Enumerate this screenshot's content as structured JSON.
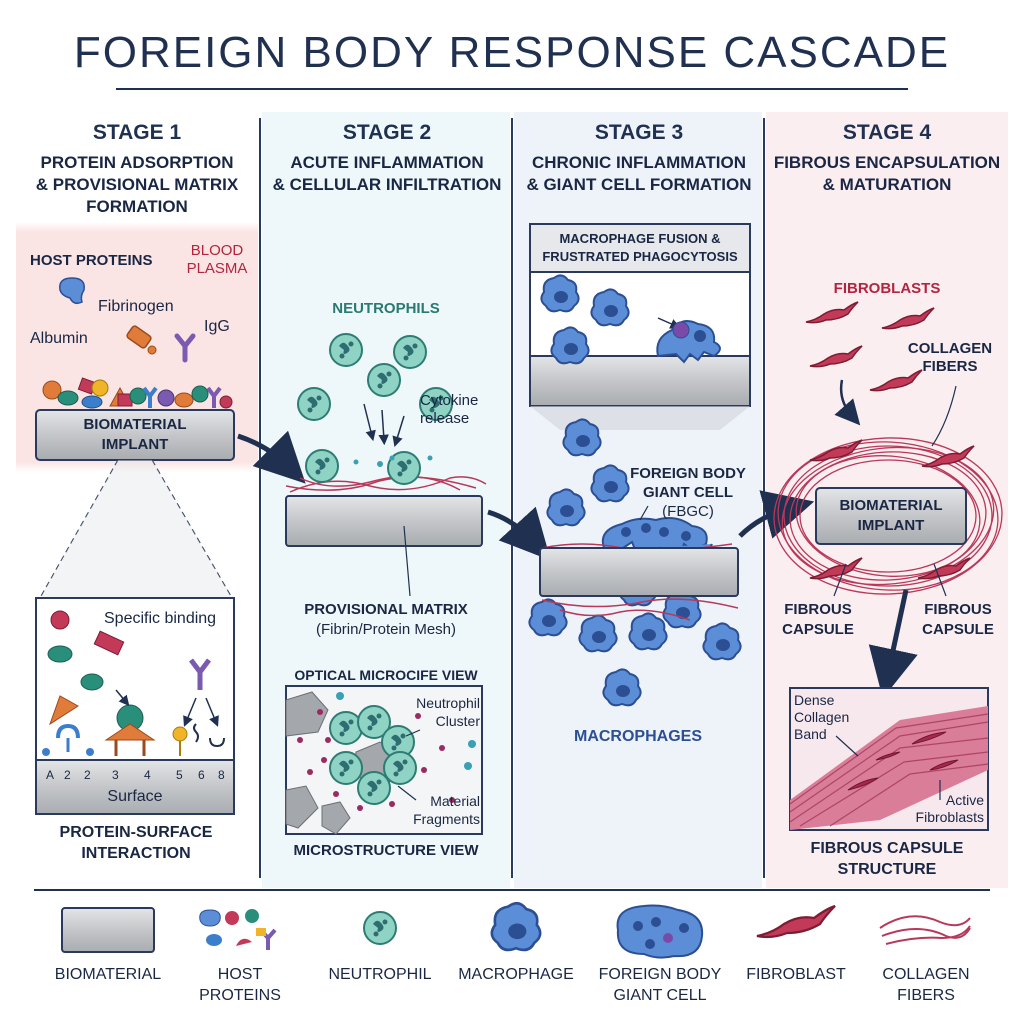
{
  "title": "FOREIGN BODY RESPONSE CASCADE",
  "stages": [
    {
      "number": "STAGE 1",
      "title": [
        "PROTEIN ADSORPTION",
        "& PROVISIONAL MATRIX",
        "FORMATION"
      ]
    },
    {
      "number": "STAGE 2",
      "title": [
        "ACUTE INFLAMMATION",
        "& CELLULAR INFILTRATION"
      ]
    },
    {
      "number": "STAGE 3",
      "title": [
        "CHRONIC INFLAMMATION",
        "& GIANT CELL FORMATION"
      ]
    },
    {
      "number": "STAGE 4",
      "title": [
        "FIBROUS ENCAPSULATION",
        "& MATURATION"
      ]
    }
  ],
  "stage1": {
    "host_proteins": "HOST PROTEINS",
    "blood_plasma": [
      "BLOOD",
      "PLASMA"
    ],
    "fibrinogen": "Fibrinogen",
    "igg": "IgG",
    "albumin": "Albumin",
    "implant": [
      "BIOMATERIAL",
      "IMPLANT"
    ],
    "specific_binding": "Specific binding",
    "site_labels": [
      "A",
      "2",
      "2",
      "3",
      "4",
      "5",
      "6",
      "8"
    ],
    "surface": "Surface",
    "caption": [
      "PROTEIN-SURFACE",
      "INTERACTION"
    ]
  },
  "stage2": {
    "neutrophils": "NEUTROPHILS",
    "cytokine": [
      "Cytokine",
      "release"
    ],
    "matrix": [
      "PROVISIONAL MATRIX",
      "(Fibrin/Protein Mesh)"
    ],
    "optical": "OPTICAL MICROCIFE VIEW",
    "neutrophil_cluster": [
      "Neutrophil",
      "Cluster"
    ],
    "material_fragments": [
      "Material",
      "Fragments"
    ],
    "caption": "MICROSTRUCTURE VIEW"
  },
  "stage3": {
    "inset_title": [
      "MACROPHAGE FUSION &",
      "FRUSTRATED PHAGOCYTOSIS"
    ],
    "fbgc": [
      "FOREIGN BODY",
      "GIANT CELL",
      "(FBGC)"
    ],
    "macrophages": "MACROPHAGES"
  },
  "stage4": {
    "fibroblasts": "FIBROBLASTS",
    "collagen": [
      "COLLAGEN",
      "FIBERS"
    ],
    "implant": [
      "BIOMATERIAL",
      "IMPLANT"
    ],
    "capsule_left": [
      "FIBROUS",
      "CAPSULE"
    ],
    "capsule_right": [
      "FIBROUS",
      "CAPSULE"
    ],
    "dense_band": [
      "Dense",
      "Collagen",
      "Band"
    ],
    "active_fibroblasts": [
      "Active",
      "Fibroblasts"
    ],
    "caption": [
      "FIBROUS CAPSULE",
      "STRUCTURE"
    ]
  },
  "legend": [
    {
      "label": [
        "BIOMATERIAL"
      ]
    },
    {
      "label": [
        "HOST",
        "PROTEINS"
      ]
    },
    {
      "label": [
        "NEUTROPHIL"
      ]
    },
    {
      "label": [
        "MACROPHAGE"
      ]
    },
    {
      "label": [
        "FOREIGN BODY",
        "GIANT CELL"
      ]
    },
    {
      "label": [
        "FIBROBLAST"
      ]
    },
    {
      "label": [
        "COLLAGEN",
        "FIBERS"
      ]
    }
  ],
  "colors": {
    "navy": "#1f3050",
    "implant_gray": "#c4c6c9",
    "neutrophil": "#7ec8b8",
    "macrophage": "#5b8ed6",
    "fibroblast": "#c23a58",
    "collagen": "#b8385a",
    "stage1_bg": "#fbe6e6",
    "stage2_bg": "#eef7f9",
    "stage3_bg": "#eef3fa",
    "stage4_bg": "#fbeef0"
  }
}
